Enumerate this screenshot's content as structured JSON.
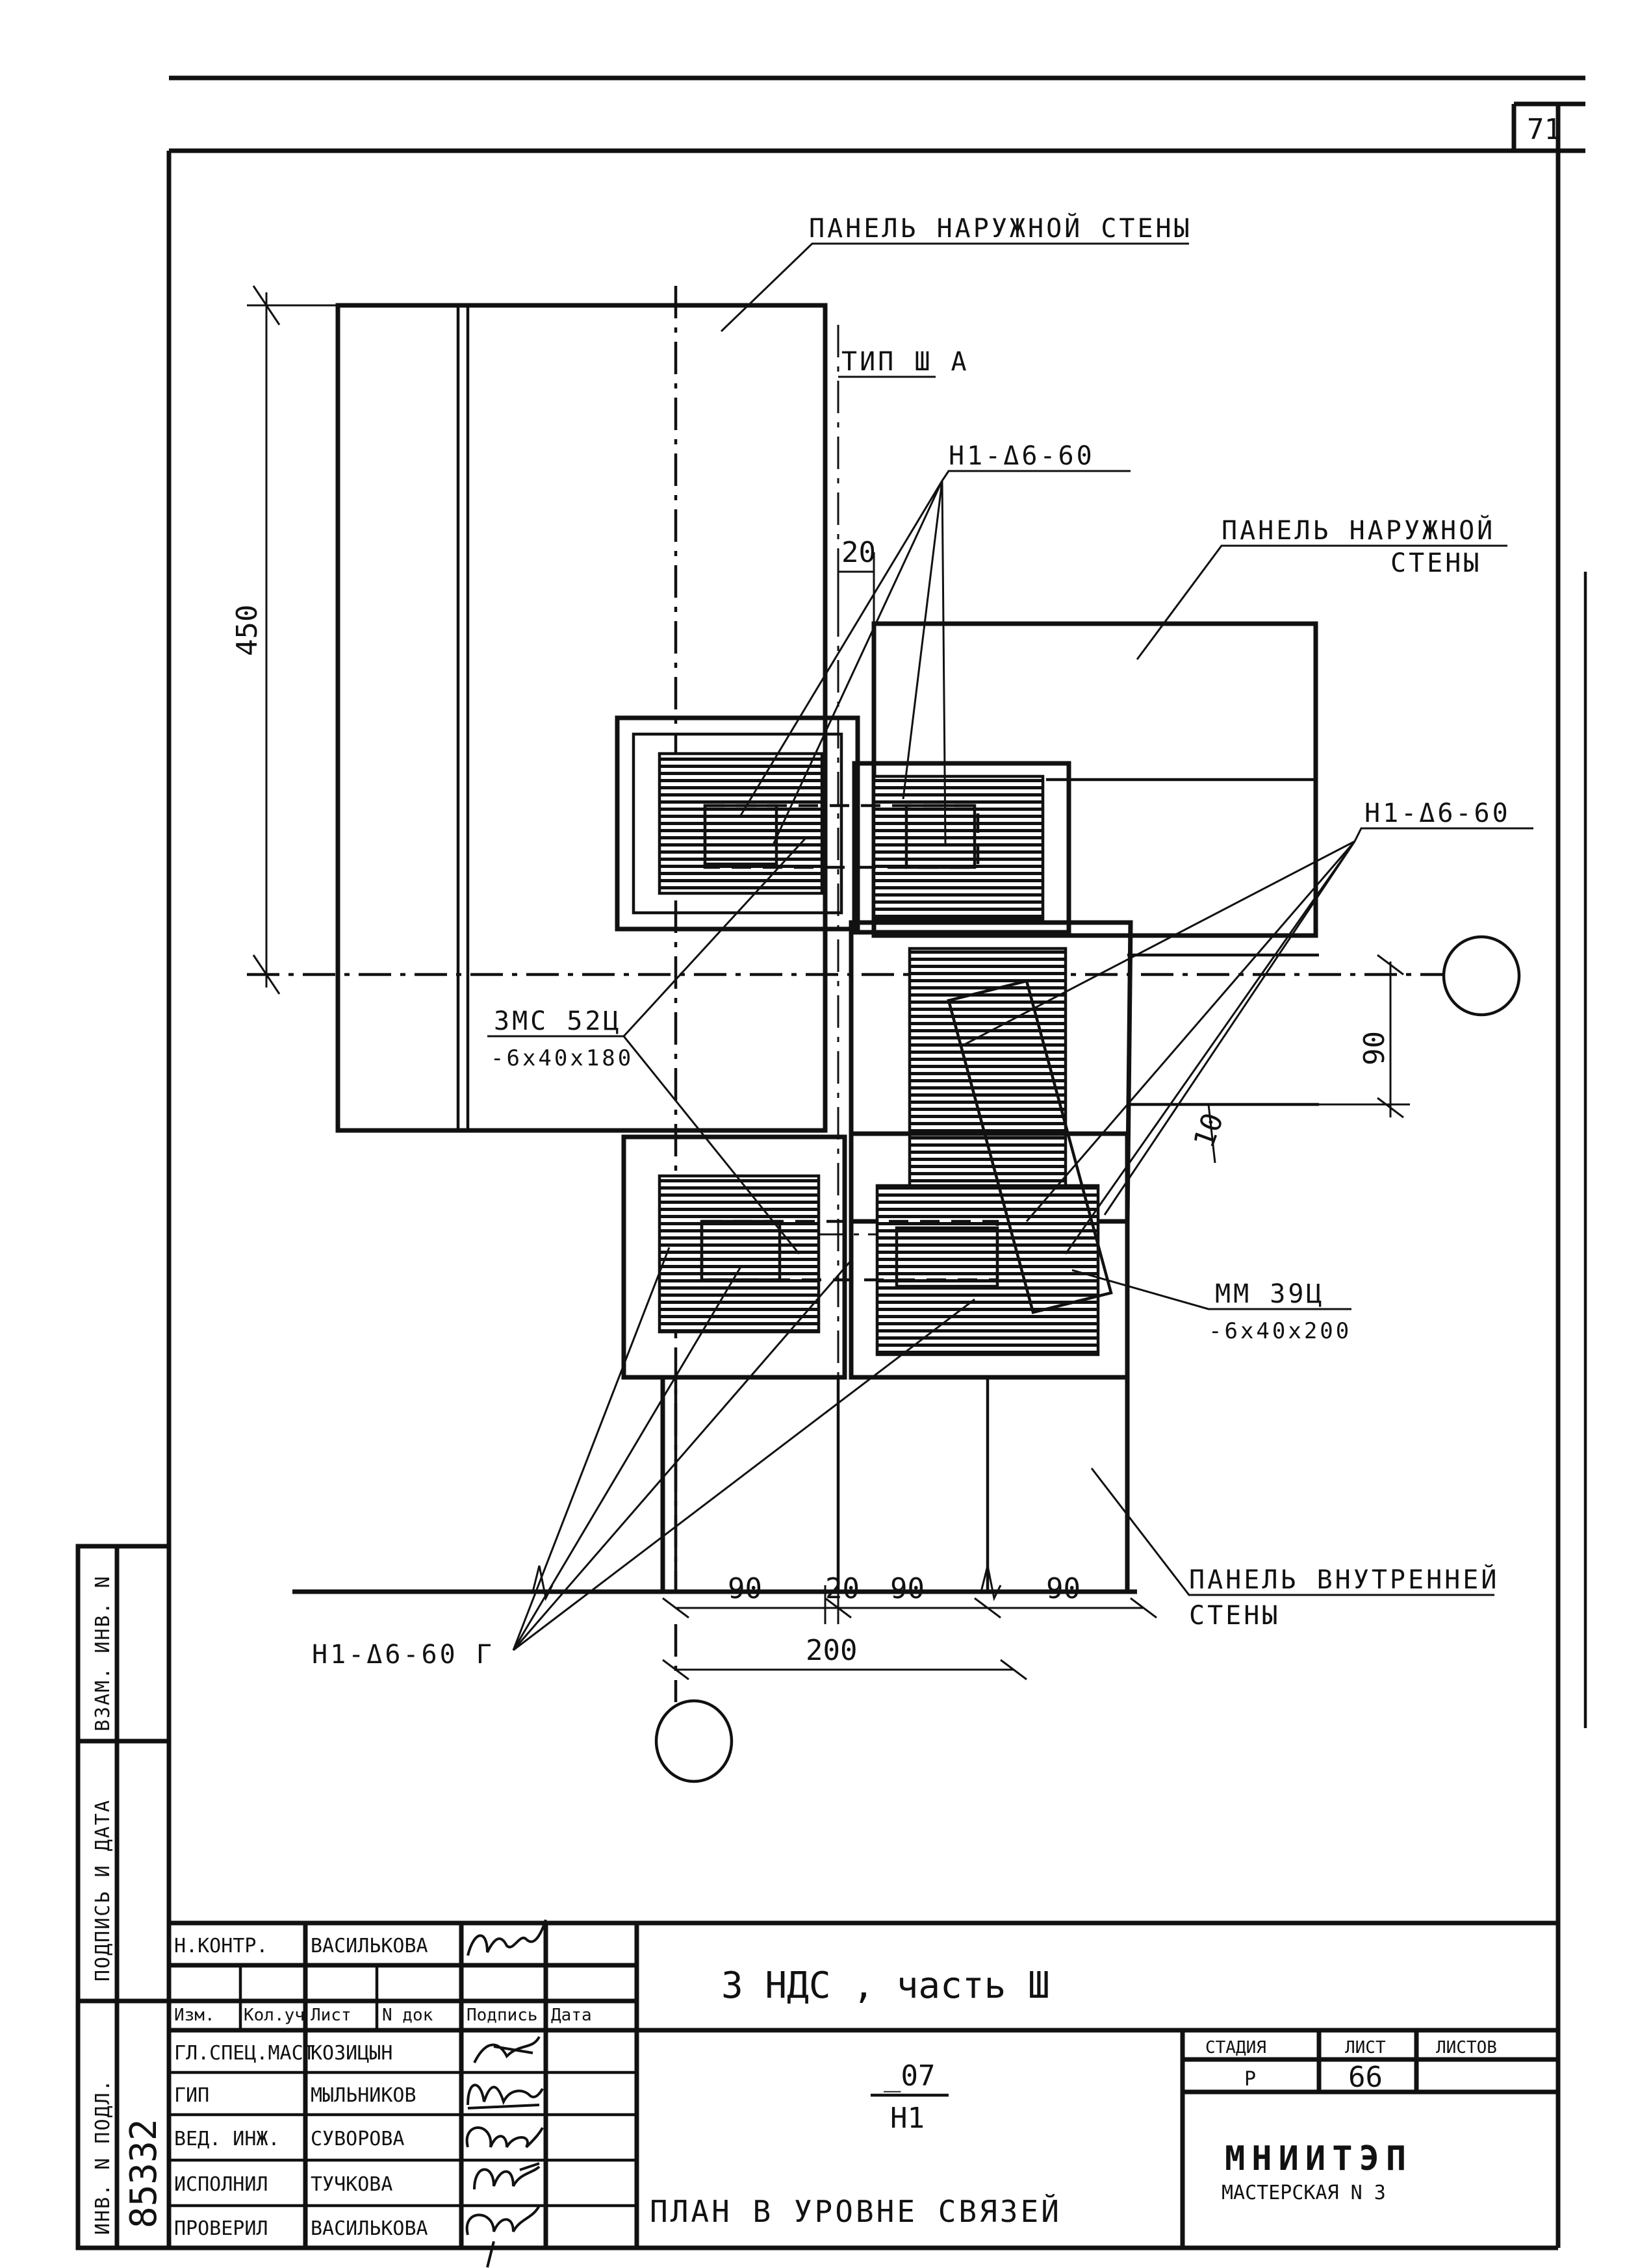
{
  "sheet_number": "71",
  "labels": {
    "outer_panel_top": "ПАНЕЛЬ НАРУЖНОЙ СТЕНЫ",
    "type_mark": "ТИП Ш А",
    "h1_top": "Н1-Δ6-60",
    "outer_panel_right_line1": "ПАНЕЛЬ НАРУЖНОЙ",
    "outer_panel_right_line2": "СТЕНЫ",
    "h1_right": "Н1-Δ6-60",
    "zmc_line1": "ЗМС 52Ц",
    "zmc_line2": "-6x40x180",
    "mm_line1": "ММ 39Ц",
    "mm_line2": "-6x40x200",
    "inner_panel_line1": "ПАНЕЛЬ ВНУТРЕННЕЙ",
    "inner_panel_line2": "СТЕНЫ",
    "h1_bottom": "Н1-Δ6-60 Г"
  },
  "dimensions": {
    "v450": "450",
    "h20_top": "20",
    "v90": "90",
    "v10": "10",
    "b90_a": "90",
    "b20": "20",
    "b90_b": "90",
    "b90_c": "90",
    "b200": "200"
  },
  "side_stamp": {
    "inv_vzam": "ВЗАМ. ИНВ. N",
    "sign_date": "ПОДПИСЬ И ДАТА",
    "inv_podl": "ИНВ. N ПОДЛ.",
    "inv_number": "85332"
  },
  "title_block": {
    "nkontr_role": "Н.КОНТР.",
    "nkontr_name": "ВАСИЛЬКОВА",
    "head": [
      "Изм.",
      "Кол.уч",
      "Лист",
      "N док",
      "Подпись",
      "Дата"
    ],
    "rows": [
      {
        "role": "ГЛ.СПЕЦ.МАСТ",
        "name": "КОЗИЦЫН"
      },
      {
        "role": "ГИП",
        "name": "МЫЛЬНИКОВ"
      },
      {
        "role": "ВЕД. ИНЖ.",
        "name": "СУВОРОВА"
      },
      {
        "role": "ИСПОЛНИЛ",
        "name": "ТУЧКОВА"
      },
      {
        "role": "ПРОВЕРИЛ",
        "name": "ВАСИЛЬКОВА"
      }
    ],
    "project": "3 НДС , часть Ш",
    "code_top": "_07",
    "code_bottom": "Н1",
    "sheet_title": "ПЛАН В УРОВНЕ СВЯЗЕЙ",
    "stage_label": "СТАДИЯ",
    "sheet_label": "ЛИСТ",
    "sheets_label": "ЛИСТОВ",
    "stage": "Р",
    "sheet": "66",
    "sheets": "",
    "org_name": "МНИИТЭП",
    "org_unit": "МАСТЕРСКАЯ N 3"
  }
}
